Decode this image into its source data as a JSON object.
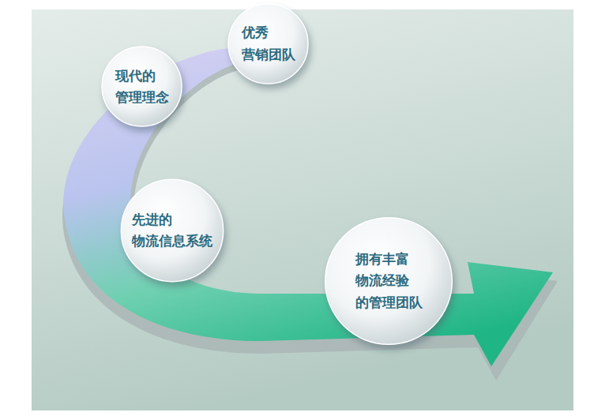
{
  "diagram": {
    "nodes": [
      {
        "text": [
          "优秀 营销团队"
        ]
      },
      {
        "text": [
          "现代的 管理理念"
        ]
      },
      {
        "text": [
          "先进的 物流信息系统"
        ]
      },
      {
        "text": [
          "拥有丰富 物流经验 的管理团队"
        ]
      }
    ]
  }
}
